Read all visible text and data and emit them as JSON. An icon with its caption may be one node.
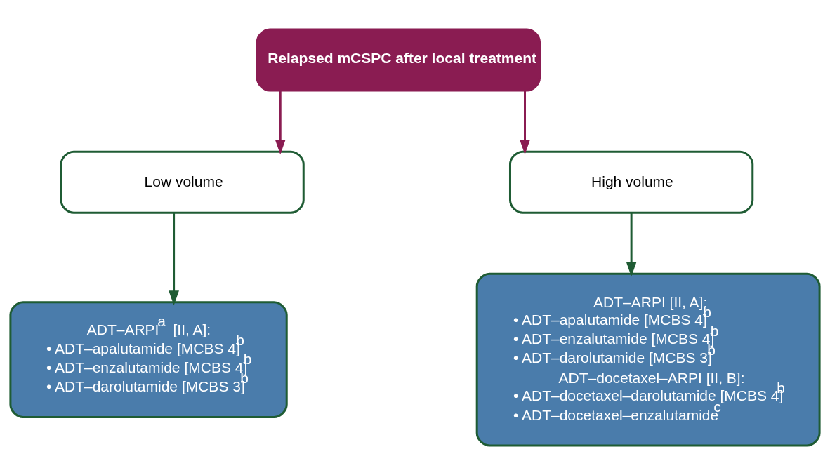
{
  "diagram": {
    "nodes": [
      {
        "text": [
          "Relapsed mCSPC after local treatment"
        ]
      },
      {
        "text": [
          "Low volume"
        ]
      },
      {
        "text": [
          "High volume"
        ]
      },
      {
        "text": [
          "ADT–ARPI$^{a}$ [II, A]:",
          "• ADT–apalutamide [MCBS 4]$^{b}$",
          "• ADT–enzalutamide [MCBS 4]$^{b}$",
          "• ADT–darolutamide [MCBS 3]$^{b}$"
        ]
      },
      {
        "text": [
          "ADT–ARPI [II, A]:",
          "• ADT–apalutamide [MCBS 4]$^{b}$",
          "• ADT–enzalutamide [MCBS 4]$^{b}$",
          "• ADT–darolutamide [MCBS 3]$^{b}$",
          "ADT–docetaxel–ARPI [II, B]:",
          "• ADT–docetaxel–darolutamide [MCBS 4]$^{b}$",
          "• ADT–docetaxel–enzalutamide$^{c}$"
        ]
      }
    ],
    "edges": [
      {
        "from": 0,
        "to": 1,
        "arrow": "to",
        "color": "#8a1c52"
      },
      {
        "from": 0,
        "to": 2,
        "arrow": "to",
        "color": "#8a1c52"
      },
      {
        "from": 1,
        "to": 3,
        "arrow": "to",
        "color": "#1f5c34"
      },
      {
        "from": 2,
        "to": 4,
        "arrow": "to",
        "color": "#1f5c34"
      }
    ]
  }
}
